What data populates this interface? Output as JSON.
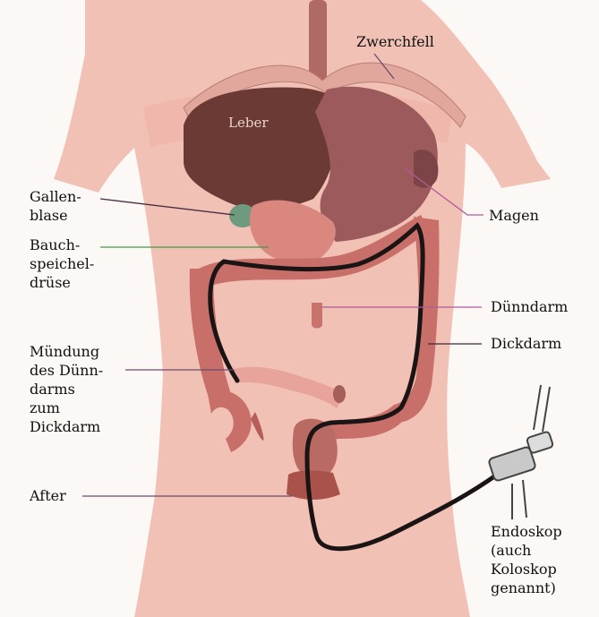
{
  "labels": {
    "zwerchfell": "Zwerchfell",
    "leber": "Leber",
    "gallenblase": [
      "Gallen-",
      "blase"
    ],
    "magen": "Magen",
    "bauchspeicheldruese": [
      "Bauch-",
      "speichel-",
      "drüse"
    ],
    "duenndarm": "Dünndarm",
    "dickdarm": "Dickdarm",
    "muendung": [
      "Mündung",
      "des Dünn-",
      "darms",
      "zum",
      "Dickdarm"
    ],
    "after": "After",
    "endoskop": [
      "Endoskop",
      "(auch",
      "Koloskop",
      "genannt)"
    ]
  },
  "colors": {
    "skin": "#f2c1b6",
    "liver": "#6b3a35",
    "stomach": "#9d5a5c",
    "colon": "#c96f6a",
    "small_intestine": "#e8a39a",
    "gallbladder": "#6e9a80",
    "endoscope": "#1a1414",
    "leader_magenta": "#b05a9a",
    "leader_green": "#3f9a4a",
    "leader_dark": "#3a2a3a"
  }
}
